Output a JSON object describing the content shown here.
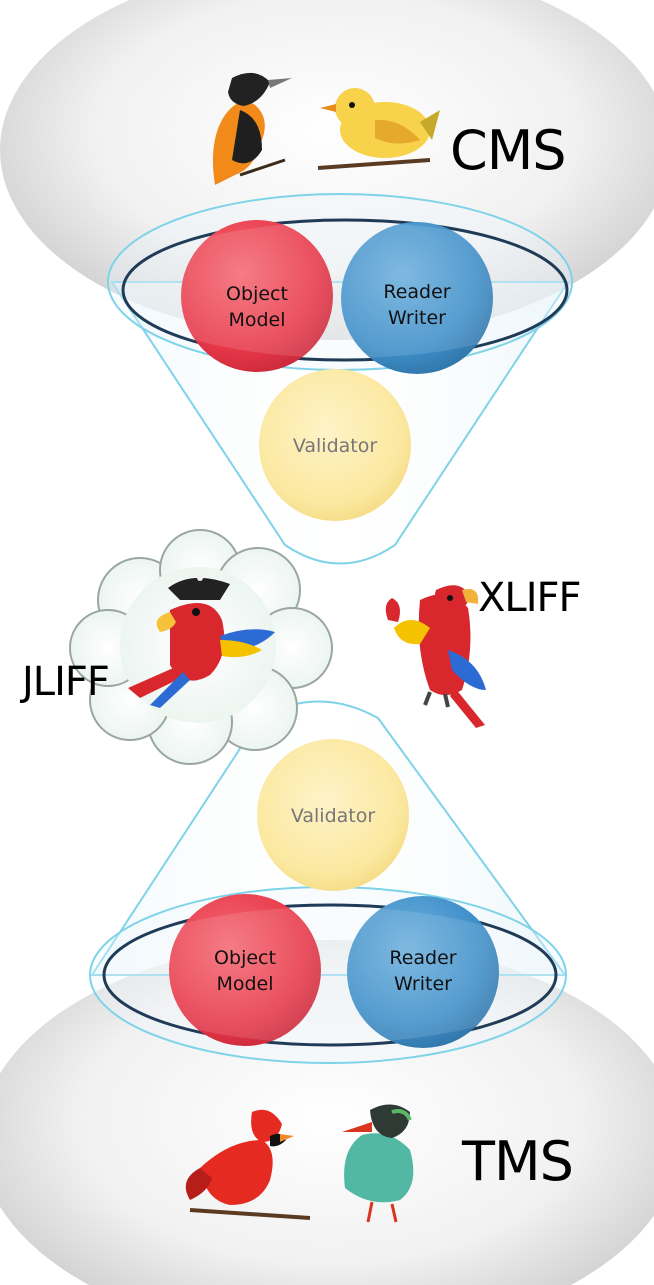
{
  "top": {
    "label": "CMS",
    "funnel": {
      "object_model": [
        "Object",
        "Model"
      ],
      "reader_writer": [
        "Reader",
        "Writer"
      ],
      "validator": "Validator"
    }
  },
  "middle": {
    "jliff": "JLIFF",
    "xliff": "XLIFF"
  },
  "bottom": {
    "label": "TMS",
    "funnel": {
      "object_model": [
        "Object",
        "Model"
      ],
      "reader_writer": [
        "Reader",
        "Writer"
      ],
      "validator": "Validator"
    }
  },
  "colors": {
    "red": "#e8394a",
    "blue": "#3f8fc9",
    "yellow": "#fbe8a0",
    "rim": "#1f3b57",
    "funnel_edge": "#7fd3e8"
  }
}
